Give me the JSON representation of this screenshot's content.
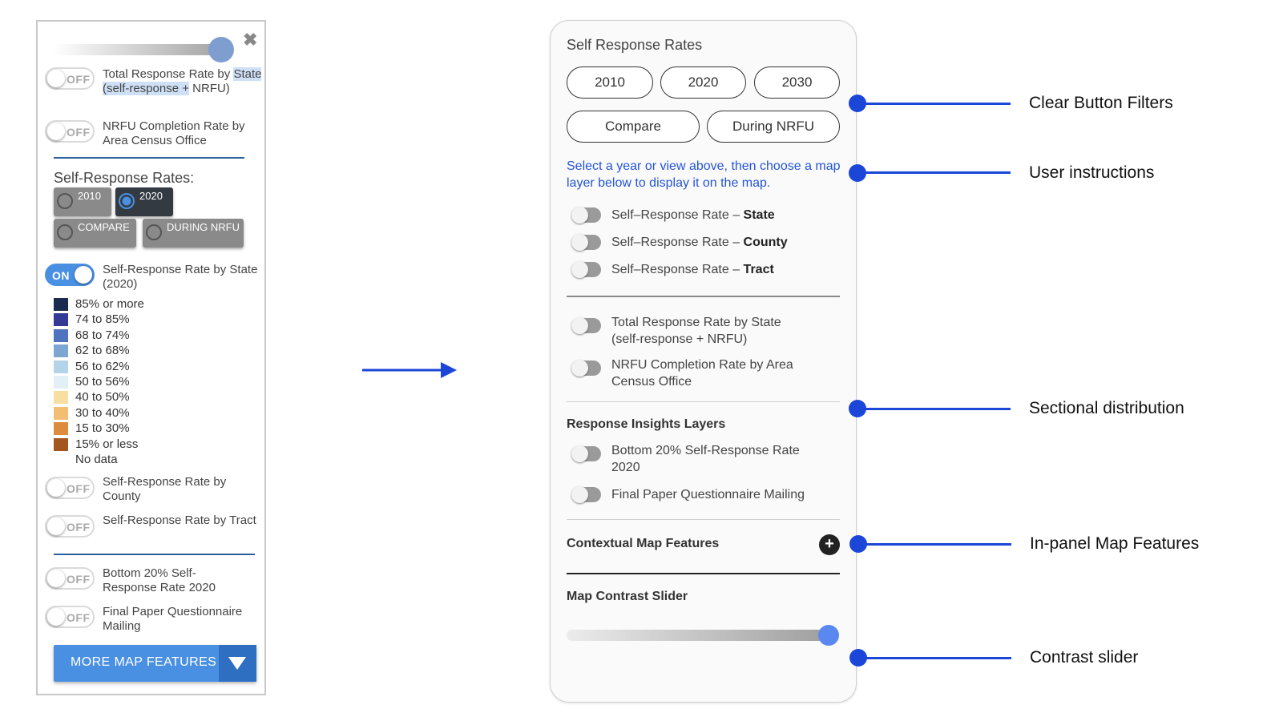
{
  "old_panel": {
    "close_symbol": "✖",
    "toggles": [
      {
        "state": "OFF",
        "label_before": "Total Response Rate by ",
        "label_highlight": "State (self-response +",
        "label_after": " NRFU)"
      },
      {
        "state": "OFF",
        "label": "NRFU Completion Rate by Area Census Office"
      },
      {
        "state": "ON",
        "label": "Self-Response Rate by State (2020)"
      },
      {
        "state": "OFF",
        "label": "Self-Response Rate by County"
      },
      {
        "state": "OFF",
        "label": "Self-Response Rate by Tract"
      },
      {
        "state": "OFF",
        "label": "Bottom 20% Self-Response Rate 2020"
      },
      {
        "state": "OFF",
        "label": "Final Paper Questionnaire Mailing"
      }
    ],
    "heading": "Self-Response Rates:",
    "year_buttons": [
      {
        "label": "2010",
        "selected": false
      },
      {
        "label": "2020",
        "selected": true
      },
      {
        "label": "COMPARE",
        "selected": false
      },
      {
        "label": "DURING NRFU",
        "selected": false
      }
    ],
    "legend": [
      {
        "label": "85% or more",
        "color": "#1b2a4f"
      },
      {
        "label": "74 to 85%",
        "color": "#343a96"
      },
      {
        "label": "68 to 74%",
        "color": "#4f73be"
      },
      {
        "label": "62 to 68%",
        "color": "#7ea6d2"
      },
      {
        "label": "56 to 62%",
        "color": "#b3d3e8"
      },
      {
        "label": "50 to 56%",
        "color": "#e3eff6"
      },
      {
        "label": "40 to 50%",
        "color": "#f8dea0"
      },
      {
        "label": "30 to 40%",
        "color": "#f3bd73"
      },
      {
        "label": "15 to 30%",
        "color": "#dc8c3a"
      },
      {
        "label": "15% or less",
        "color": "#a3571f"
      },
      {
        "label": "No data",
        "color": ""
      }
    ],
    "more_button": "MORE MAP FEATURES"
  },
  "new_panel": {
    "title": "Self Response Rates",
    "year_pills": [
      "2010",
      "2020",
      "2030"
    ],
    "view_pills": [
      "Compare",
      "During NRFU"
    ],
    "instructions": "Select a year or view above, then choose a map layer below to display it on the map.",
    "geo_layers": [
      {
        "prefix": "Self–Response Rate – ",
        "bold": "State"
      },
      {
        "prefix": "Self–Response Rate – ",
        "bold": "County"
      },
      {
        "prefix": "Self–Response Rate – ",
        "bold": "Tract"
      }
    ],
    "other_layers": [
      "Total Response Rate by State (self-response + NRFU)",
      "NRFU Completion Rate by Area Census Office"
    ],
    "insights_heading": "Response Insights Layers",
    "insights_layers": [
      "Bottom 20% Self-Response Rate 2020",
      "Final Paper Questionnaire Mailing"
    ],
    "contextual_heading": "Contextual Map Features",
    "plus_symbol": "+",
    "contrast_heading": "Map Contrast Slider",
    "contrast_level": 1.0
  },
  "annotations": [
    "Clear Button Filters",
    "User instructions",
    "Sectional distribution",
    "In-panel Map Features",
    "Contrast slider"
  ],
  "colors": {
    "annotation_blue": "#1b46d8",
    "instruction_blue": "#2455d6",
    "old_toggle_on": "#4a90e2",
    "new_slider_thumb": "#5b87f0"
  }
}
